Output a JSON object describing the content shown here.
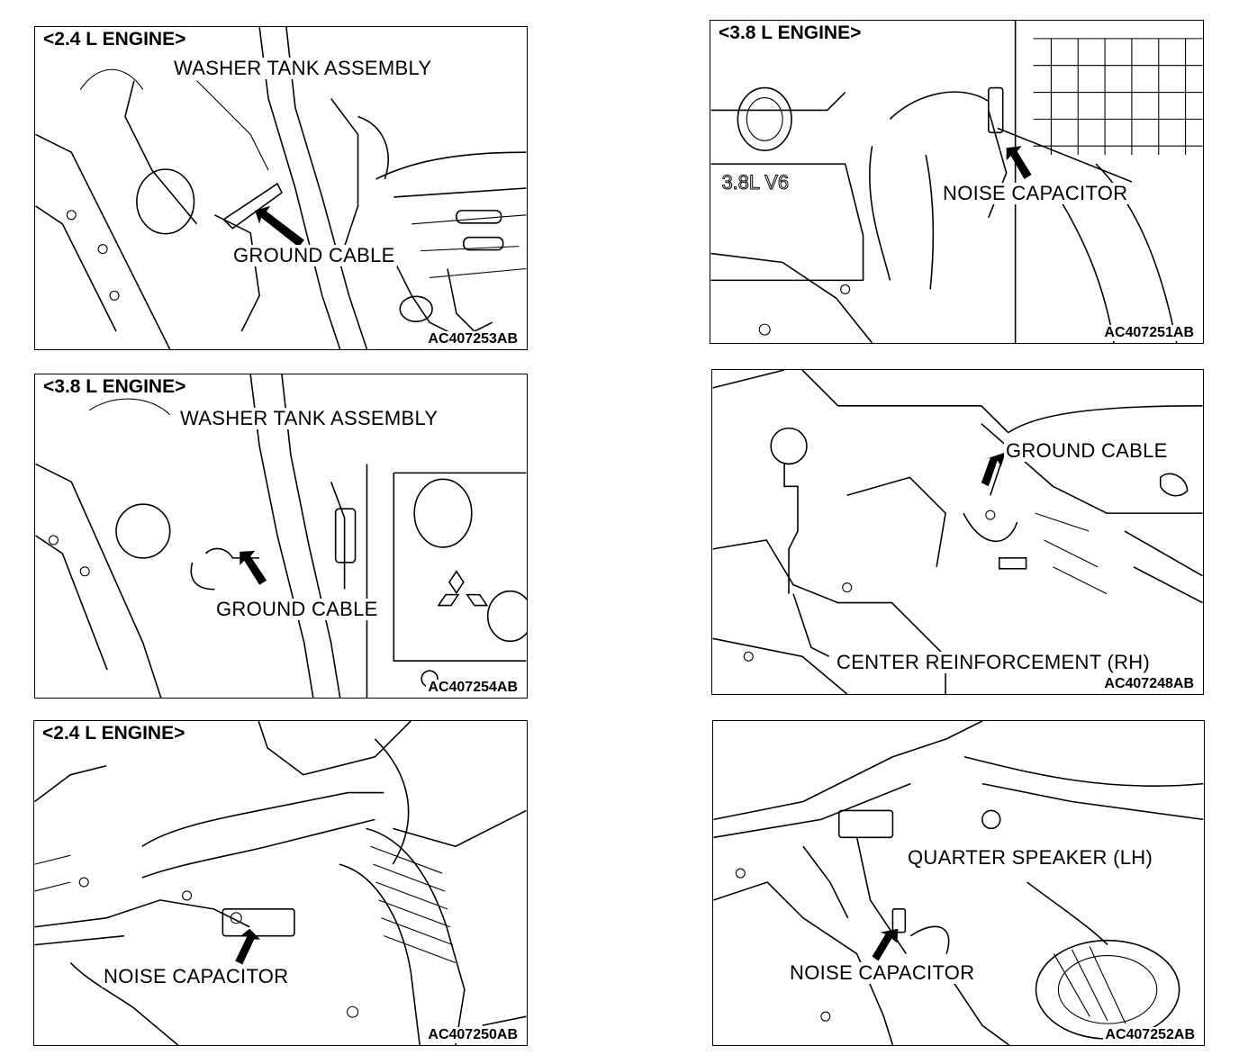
{
  "panels": [
    {
      "engine": "<2.4 L ENGINE>",
      "labels": [
        "WASHER TANK ASSEMBLY",
        "GROUND CABLE"
      ],
      "code": "AC407253AB"
    },
    {
      "engine": "<3.8 L ENGINE>",
      "labels": [
        "NOISE CAPACITOR"
      ],
      "code": "AC407251AB",
      "art_text": [
        "3.8L V6"
      ]
    },
    {
      "engine": "<3.8 L ENGINE>",
      "labels": [
        "WASHER TANK ASSEMBLY",
        "GROUND CABLE"
      ],
      "code": "AC407254AB"
    },
    {
      "engine": "",
      "labels": [
        "GROUND CABLE",
        "CENTER REINFORCEMENT (RH)"
      ],
      "code": "AC407248AB"
    },
    {
      "engine": "<2.4 L ENGINE>",
      "labels": [
        "NOISE CAPACITOR"
      ],
      "code": "AC407250AB"
    },
    {
      "engine": "",
      "labels": [
        "QUARTER SPEAKER (LH)",
        "NOISE CAPACITOR"
      ],
      "code": "AC407252AB"
    }
  ],
  "icons": {
    "arrow": "pointer-arrow-icon",
    "logo": "three-diamond-logo-icon"
  }
}
